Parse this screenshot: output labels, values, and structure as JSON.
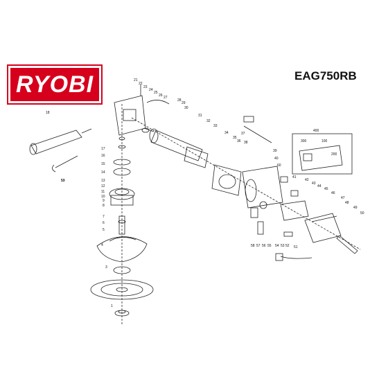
{
  "brand": {
    "logo_text": "RYOBI",
    "color": "#d6001c"
  },
  "model": "EAG750RB",
  "callouts": [
    {
      "id": "c1",
      "label": "1"
    },
    {
      "id": "c3",
      "label": "3"
    },
    {
      "id": "c4",
      "label": "4"
    },
    {
      "id": "c5",
      "label": "5"
    },
    {
      "id": "c6",
      "label": "6"
    },
    {
      "id": "c7",
      "label": "7"
    },
    {
      "id": "c8",
      "label": "8"
    },
    {
      "id": "c9",
      "label": "9"
    },
    {
      "id": "c10",
      "label": "10"
    },
    {
      "id": "c11",
      "label": "11"
    },
    {
      "id": "c12",
      "label": "12"
    },
    {
      "id": "c13",
      "label": "13"
    },
    {
      "id": "c14",
      "label": "14"
    },
    {
      "id": "c15",
      "label": "15"
    },
    {
      "id": "c16",
      "label": "16"
    },
    {
      "id": "c17",
      "label": "17"
    },
    {
      "id": "c18",
      "label": "18"
    },
    {
      "id": "c19",
      "label": "19"
    },
    {
      "id": "c21",
      "label": "21"
    },
    {
      "id": "c22",
      "label": "22"
    },
    {
      "id": "c23",
      "label": "23"
    },
    {
      "id": "c24",
      "label": "24"
    },
    {
      "id": "c25",
      "label": "25"
    },
    {
      "id": "c26",
      "label": "26"
    },
    {
      "id": "c27",
      "label": "27"
    },
    {
      "id": "c28",
      "label": "28"
    },
    {
      "id": "c29",
      "label": "29"
    },
    {
      "id": "c30",
      "label": "30"
    },
    {
      "id": "c31",
      "label": "31"
    },
    {
      "id": "c32",
      "label": "32"
    },
    {
      "id": "c33",
      "label": "33"
    },
    {
      "id": "c34",
      "label": "34"
    },
    {
      "id": "c35",
      "label": "35"
    },
    {
      "id": "c36",
      "label": "36"
    },
    {
      "id": "c37",
      "label": "37"
    },
    {
      "id": "c38",
      "label": "38"
    },
    {
      "id": "c39",
      "label": "39"
    },
    {
      "id": "c40",
      "label": "40"
    },
    {
      "id": "c41",
      "label": "41"
    },
    {
      "id": "c42",
      "label": "42"
    },
    {
      "id": "c43",
      "label": "43"
    },
    {
      "id": "c44",
      "label": "44"
    },
    {
      "id": "c45",
      "label": "45"
    },
    {
      "id": "c46",
      "label": "46"
    },
    {
      "id": "c47",
      "label": "47"
    },
    {
      "id": "c48",
      "label": "48"
    },
    {
      "id": "c49",
      "label": "49"
    },
    {
      "id": "c50",
      "label": "50"
    },
    {
      "id": "c51",
      "label": "51"
    },
    {
      "id": "c52",
      "label": "52"
    },
    {
      "id": "c53",
      "label": "53"
    },
    {
      "id": "c54",
      "label": "54"
    },
    {
      "id": "c55",
      "label": "55"
    },
    {
      "id": "c56",
      "label": "56"
    },
    {
      "id": "c57",
      "label": "57"
    },
    {
      "id": "c58",
      "label": "58"
    },
    {
      "id": "c59",
      "label": "59"
    },
    {
      "id": "c60",
      "label": "60"
    },
    {
      "id": "c100",
      "label": "100"
    },
    {
      "id": "c200",
      "label": "200"
    },
    {
      "id": "c300",
      "label": "300"
    },
    {
      "id": "c400",
      "label": "400"
    }
  ]
}
